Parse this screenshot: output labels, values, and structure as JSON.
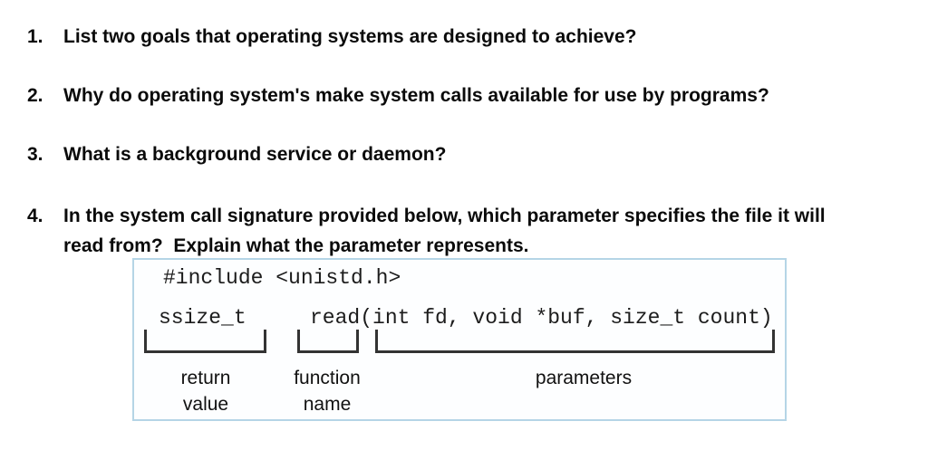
{
  "questions": [
    {
      "number": "1.",
      "text": "List two goals that operating systems are designed to achieve?"
    },
    {
      "number": "2.",
      "text": "Why do operating system's make system calls available for use by programs?"
    },
    {
      "number": "3.",
      "text": "What is a background service or daemon?"
    },
    {
      "number": "4.",
      "text": "In the system call signature provided below, which parameter specifies the file it will\nread from?  Explain what the parameter represents."
    }
  ],
  "figure": {
    "include_line": "#include <unistd.h>",
    "return_type": "ssize_t",
    "call_signature": "read(int fd, void *buf, size_t count)",
    "labels": {
      "return_value": "return\nvalue",
      "function_name": "function\nname",
      "parameters": "parameters"
    },
    "border_color": "#b5d5e6",
    "bracket_color": "#333333"
  }
}
